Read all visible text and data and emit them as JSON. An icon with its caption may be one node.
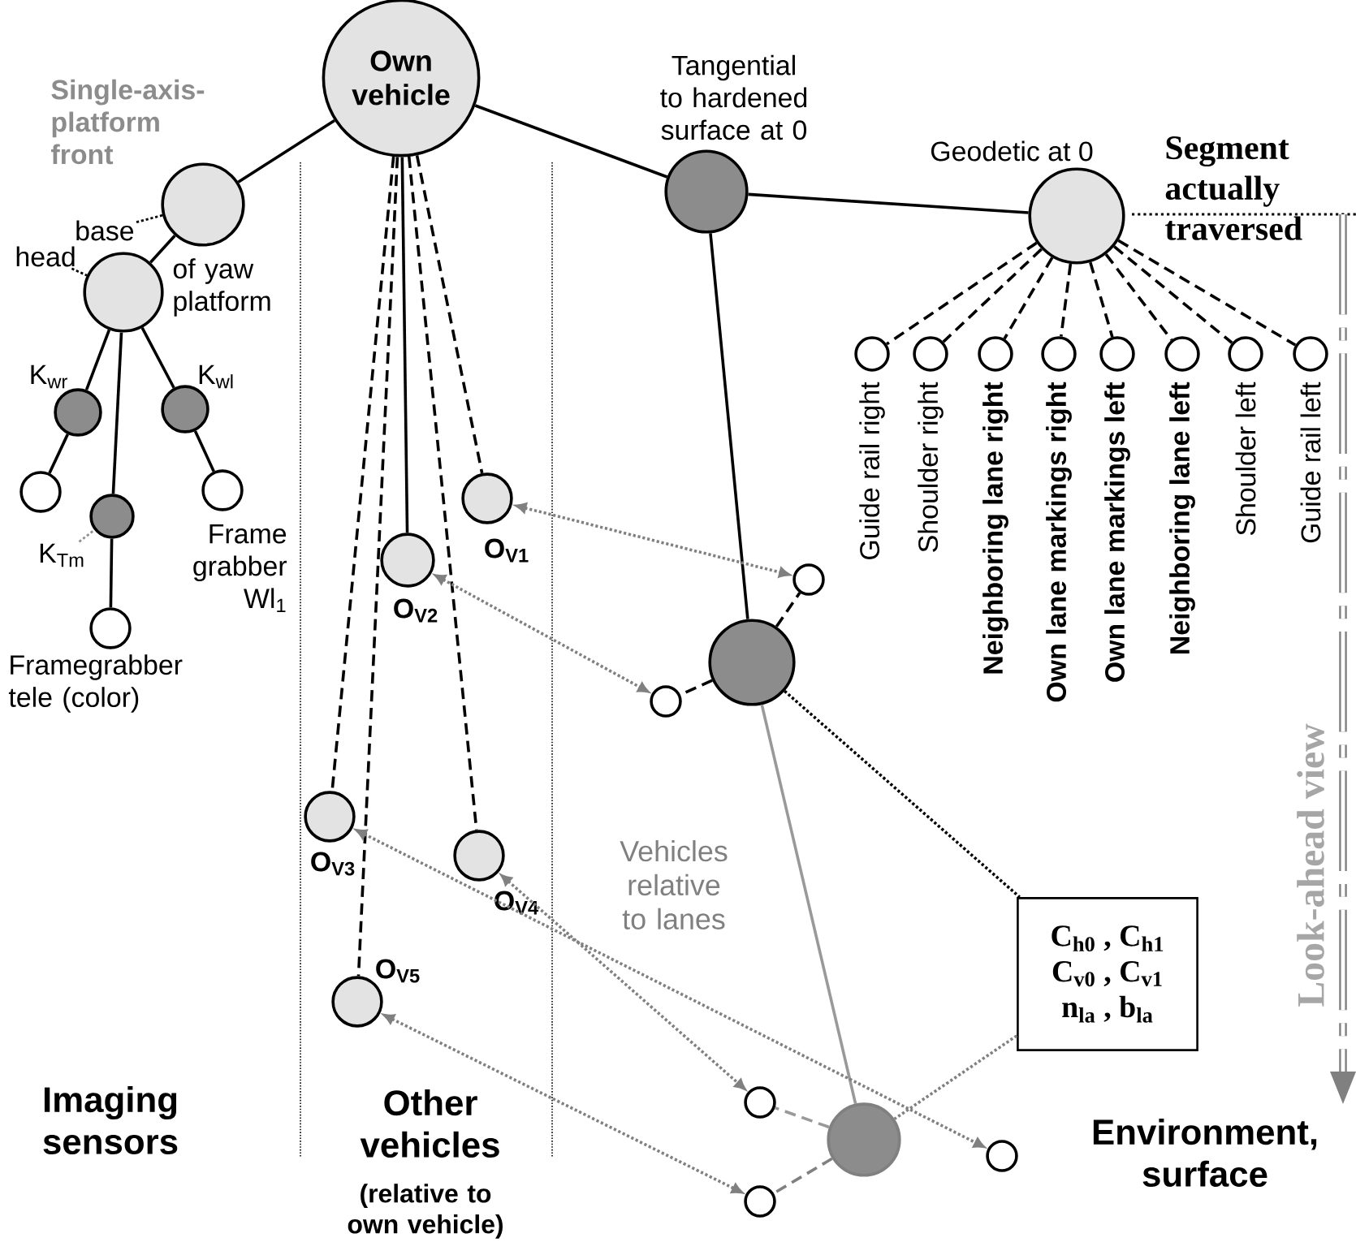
{
  "diagram": {
    "nodes": [
      {
        "text": [
          "Own vehicle"
        ]
      },
      {
        "text": [
          "base"
        ]
      },
      {
        "text": [],
        "shape": "circle"
      },
      {
        "text": [
          "head"
        ]
      },
      {
        "text": [],
        "shape": "circle"
      },
      {
        "text": [],
        "shape": "circle",
        "beside": [
          "K$_{wr}$"
        ]
      },
      {
        "text": [],
        "shape": "circle",
        "beside": [
          "K$_{wl}$"
        ]
      },
      {
        "text": [],
        "shape": "circle"
      },
      {
        "text": [
          "K$_{Tm}$"
        ]
      },
      {
        "text": [],
        "shape": "circle"
      },
      {
        "text": [],
        "shape": "circle",
        "beside": [
          "Frame grabber Wl$_{1}$"
        ]
      },
      {
        "text": [],
        "shape": "circle",
        "beside": [
          "Framegrabber tele (color)"
        ]
      },
      {
        "text": [],
        "shape": "circle",
        "beside": [
          "O$_{V1}$"
        ]
      },
      {
        "text": [],
        "shape": "circle",
        "beside": [
          "O$_{V2}$"
        ]
      },
      {
        "text": [],
        "shape": "circle",
        "beside": [
          "O$_{V3}$"
        ]
      },
      {
        "text": [],
        "shape": "circle",
        "beside": [
          "O$_{V4}$"
        ]
      },
      {
        "text": [],
        "shape": "circle",
        "beside": [
          "O$_{V5}$"
        ]
      },
      {
        "text": [],
        "shape": "circle",
        "beside": [
          "Tangential to hardened surface at 0"
        ]
      },
      {
        "text": [],
        "shape": "circle",
        "beside": [
          "Geodetic at 0"
        ]
      },
      {
        "text": [],
        "shape": "circle",
        "beside": [
          "Guide rail right"
        ]
      },
      {
        "text": [],
        "shape": "circle",
        "beside": [
          "Shoulder right"
        ]
      },
      {
        "text": [],
        "shape": "circle",
        "beside": [
          "Neighboring lane right"
        ]
      },
      {
        "text": [],
        "shape": "circle",
        "beside": [
          "Own lane markings right"
        ]
      },
      {
        "text": [],
        "shape": "circle",
        "beside": [
          "Own lane markings left"
        ]
      },
      {
        "text": [],
        "shape": "circle",
        "beside": [
          "Neighboring lane left"
        ]
      },
      {
        "text": [],
        "shape": "circle",
        "beside": [
          "Shoulder left"
        ]
      },
      {
        "text": [],
        "shape": "circle",
        "beside": [
          "Guide rail left"
        ]
      },
      {
        "text": [],
        "shape": "circle"
      },
      {
        "text": [],
        "shape": "circle"
      },
      {
        "text": [],
        "shape": "circle"
      },
      {
        "text": [
          "C$_{h0}$ , C$_{h1}$",
          "C$_{v0}$ , C$_{v1}$",
          "n$_{la}$ , b$_{la}$"
        ]
      },
      {
        "text": [],
        "shape": "circle"
      },
      {
        "text": [],
        "shape": "circle"
      },
      {
        "text": [],
        "shape": "circle"
      },
      {
        "text": [],
        "shape": "circle"
      }
    ],
    "edges": [
      {
        "from": 0,
        "to": 2,
        "arrow": "none"
      },
      {
        "from": 2,
        "to": 4,
        "arrow": "none"
      },
      {
        "from": 4,
        "to": 5,
        "arrow": "none"
      },
      {
        "from": 4,
        "to": 6,
        "arrow": "none"
      },
      {
        "from": 4,
        "to": 9,
        "arrow": "none"
      },
      {
        "from": 5,
        "to": 7,
        "arrow": "none"
      },
      {
        "from": 6,
        "to": 10,
        "arrow": "none"
      },
      {
        "from": 9,
        "to": 11,
        "arrow": "none"
      },
      {
        "from": 1,
        "to": 2,
        "arrow": "none",
        "style": "dashed"
      },
      {
        "from": 3,
        "to": 4,
        "arrow": "none",
        "style": "dashed"
      },
      {
        "from": 8,
        "to": 9,
        "arrow": "none",
        "style": "dashed",
        "color": "#909090"
      },
      {
        "from": 0,
        "to": 12,
        "arrow": "none",
        "style": "dashed"
      },
      {
        "from": 0,
        "to": 13,
        "arrow": "none"
      },
      {
        "from": 0,
        "to": 14,
        "arrow": "none",
        "style": "dashed"
      },
      {
        "from": 0,
        "to": 15,
        "arrow": "none",
        "style": "dashed"
      },
      {
        "from": 0,
        "to": 16,
        "arrow": "none",
        "style": "dashed"
      },
      {
        "from": 0,
        "to": 17,
        "arrow": "none"
      },
      {
        "from": 17,
        "to": 18,
        "arrow": "none"
      },
      {
        "from": 17,
        "to": 28,
        "arrow": "none"
      },
      {
        "from": 18,
        "to": 19,
        "arrow": "none",
        "style": "dashed"
      },
      {
        "from": 18,
        "to": 20,
        "arrow": "none",
        "style": "dashed"
      },
      {
        "from": 18,
        "to": 21,
        "arrow": "none",
        "style": "dashed"
      },
      {
        "from": 18,
        "to": 22,
        "arrow": "none",
        "style": "dashed"
      },
      {
        "from": 18,
        "to": 23,
        "arrow": "none",
        "style": "dashed"
      },
      {
        "from": 18,
        "to": 24,
        "arrow": "none",
        "style": "dashed"
      },
      {
        "from": 18,
        "to": 25,
        "arrow": "none",
        "style": "dashed"
      },
      {
        "from": 18,
        "to": 26,
        "arrow": "none",
        "style": "dashed"
      },
      {
        "from": 28,
        "to": 27,
        "arrow": "none",
        "style": "dashed"
      },
      {
        "from": 28,
        "to": 29,
        "arrow": "none",
        "style": "dashed"
      },
      {
        "from": 28,
        "to": 30,
        "arrow": "none",
        "style": "dashed"
      },
      {
        "from": 28,
        "to": 32,
        "arrow": "none",
        "color": "#999999"
      },
      {
        "from": 32,
        "to": 31,
        "arrow": "none",
        "style": "dashed",
        "color": "#999999"
      },
      {
        "from": 32,
        "to": 33,
        "arrow": "none",
        "style": "dashed",
        "color": "#808080"
      },
      {
        "from": 30,
        "to": 32,
        "arrow": "none",
        "style": "dashed",
        "color": "#808080"
      },
      {
        "from": 12,
        "to": 27,
        "arrow": "both",
        "style": "dashed",
        "color": "#808080"
      },
      {
        "from": 13,
        "to": 29,
        "arrow": "both",
        "style": "dashed",
        "color": "#808080"
      },
      {
        "from": 14,
        "to": 34,
        "arrow": "both",
        "style": "dashed",
        "color": "#808080"
      },
      {
        "from": 15,
        "to": 31,
        "arrow": "both",
        "style": "dashed",
        "color": "#808080"
      },
      {
        "from": 16,
        "to": 33,
        "arrow": "both",
        "style": "dashed",
        "color": "#808080"
      }
    ],
    "labels": [
      "Single-axis-platform front",
      "of yaw platform",
      "Imaging sensors",
      "Other vehicles",
      "(relative to own vehicle)",
      "Vehicles relative to lanes",
      "Segment actually traversed",
      "Look-ahead view",
      "Environment, surface"
    ]
  }
}
